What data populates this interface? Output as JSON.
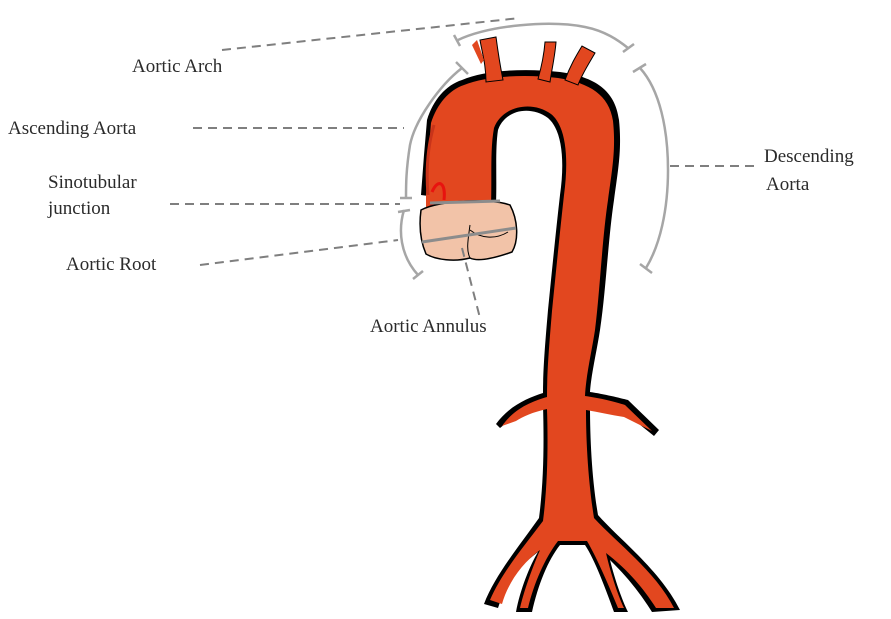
{
  "labels": {
    "aortic_arch": "Aortic Arch",
    "ascending_aorta": "Ascending Aorta",
    "sinotubular_junction_line1": "Sinotubular",
    "sinotubular_junction_line2": "junction",
    "aortic_root": "Aortic Root",
    "aortic_annulus": "Aortic Annulus",
    "descending_aorta_line1": "Descending",
    "descending_aorta_line2": "Aorta"
  },
  "colors": {
    "aorta_fill": "#e2471f",
    "aorta_outline": "#000000",
    "root_fill": "#f2c3a8",
    "bracket_gray": "#a6a6a6",
    "leader_gray": "#7f7f7f",
    "text": "#2b2b2b"
  }
}
